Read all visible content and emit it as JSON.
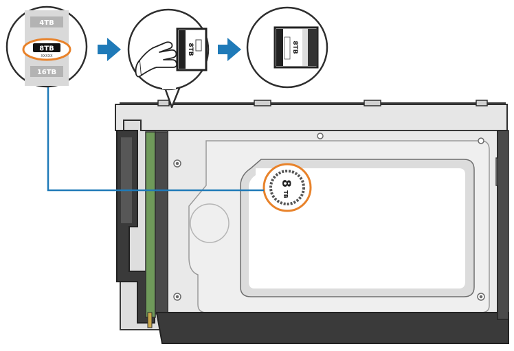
{
  "step1_labels": {
    "top": "4TB",
    "selected": "8TB",
    "selected_code": "XXXXX",
    "bottom": "16TB"
  },
  "step2_label": "8TB",
  "step3_label": "8TB",
  "drive_badge": {
    "number": "8",
    "unit": "TB"
  },
  "colors": {
    "arrow": "#1f7ab8",
    "callout_line": "#1f7ab8",
    "highlight": "#e8822a",
    "frame": "#2e2e2e",
    "drive": "#e6e6e6"
  },
  "icons": [
    "arrow-right-icon",
    "hand-icon"
  ]
}
